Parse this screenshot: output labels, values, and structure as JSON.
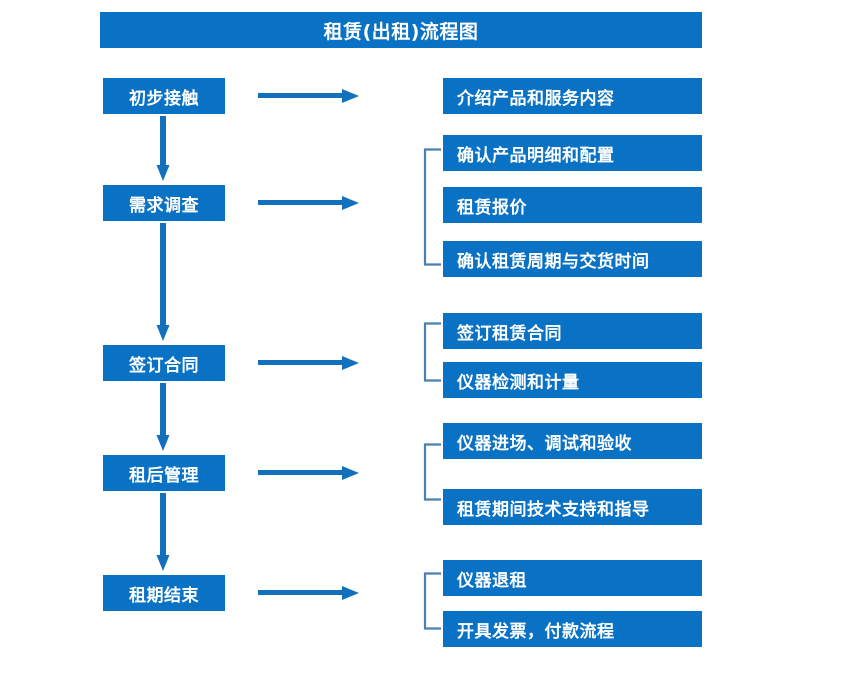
{
  "title": "租赁(出租)流程图",
  "colors": {
    "box_blue": "#0a72c4",
    "arrow_blue": "#1270bd",
    "bracket_blue": "#4a7eb5",
    "text_white": "#ffffff",
    "background": "#ffffff"
  },
  "stages": [
    {
      "label": "初步接触"
    },
    {
      "label": "需求调查"
    },
    {
      "label": "签订合同"
    },
    {
      "label": "租后管理"
    },
    {
      "label": "租期结束"
    }
  ],
  "details": [
    {
      "label": "介绍产品和服务内容"
    },
    {
      "label": "确认产品明细和配置"
    },
    {
      "label": "租赁报价"
    },
    {
      "label": "确认租赁周期与交货时间"
    },
    {
      "label": "签订租赁合同"
    },
    {
      "label": "仪器检测和计量"
    },
    {
      "label": "仪器进场、调试和验收"
    },
    {
      "label": "租赁期间技术支持和指导"
    },
    {
      "label": "仪器退租"
    },
    {
      "label": "开具发票，付款流程"
    }
  ],
  "groups": [
    {
      "stage": "初步接触",
      "details": [
        "介绍产品和服务内容"
      ],
      "bracket": false
    },
    {
      "stage": "需求调查",
      "details": [
        "确认产品明细和配置",
        "租赁报价",
        "确认租赁周期与交货时间"
      ],
      "bracket": true
    },
    {
      "stage": "签订合同",
      "details": [
        "签订租赁合同",
        "仪器检测和计量"
      ],
      "bracket": true
    },
    {
      "stage": "租后管理",
      "details": [
        "仪器进场、调试和验收",
        "租赁期间技术支持和指导"
      ],
      "bracket": true
    },
    {
      "stage": "租期结束",
      "details": [
        "仪器退租",
        "开具发票，付款流程"
      ],
      "bracket": true
    }
  ],
  "icons": {
    "down_arrow": "down-arrow-icon",
    "right_arrow": "right-arrow-icon",
    "bracket": "group-bracket-icon"
  }
}
